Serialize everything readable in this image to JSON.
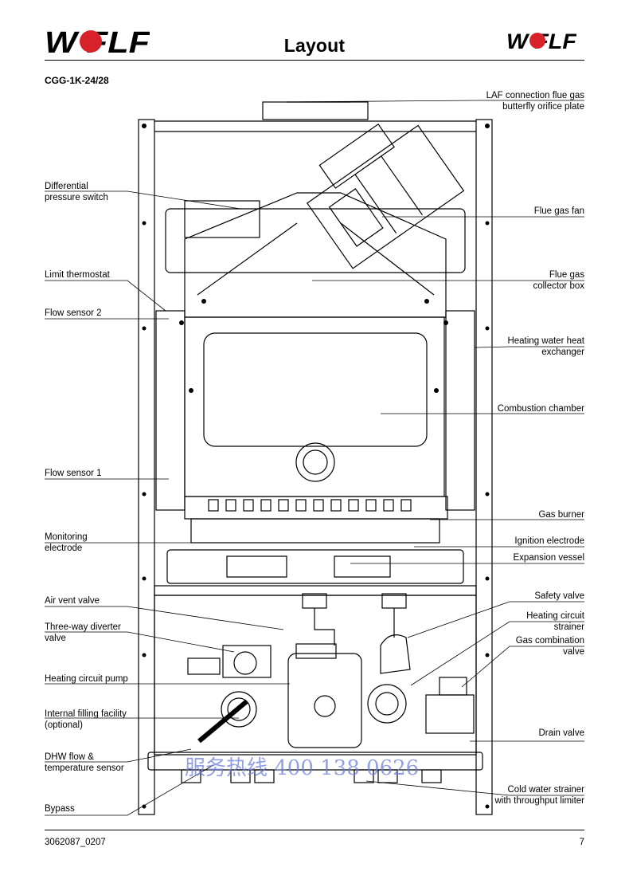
{
  "header": {
    "logo_text": "WOLF",
    "title": "Layout"
  },
  "model": "CGG-1K-24/28",
  "labels_left": [
    {
      "id": "differential-pressure-switch",
      "lines": [
        "Differential",
        "pressure switch"
      ]
    },
    {
      "id": "limit-thermostat",
      "lines": [
        "Limit thermostat"
      ]
    },
    {
      "id": "flow-sensor-2",
      "lines": [
        "Flow sensor 2"
      ]
    },
    {
      "id": "flow-sensor-1",
      "lines": [
        "Flow sensor 1"
      ]
    },
    {
      "id": "monitoring-electrode",
      "lines": [
        "Monitoring",
        "electrode"
      ]
    },
    {
      "id": "air-vent-valve",
      "lines": [
        "Air vent valve"
      ]
    },
    {
      "id": "three-way-diverter-valve",
      "lines": [
        "Three-way diverter",
        "valve"
      ]
    },
    {
      "id": "heating-circuit-pump",
      "lines": [
        "Heating circuit pump"
      ]
    },
    {
      "id": "internal-filling-facility",
      "lines": [
        "Internal filling facility",
        "(optional)"
      ]
    },
    {
      "id": "dhw-flow-temperature-sensor",
      "lines": [
        "DHW  flow &",
        "temperature sensor"
      ]
    },
    {
      "id": "bypass",
      "lines": [
        "Bypass"
      ]
    }
  ],
  "labels_right": [
    {
      "id": "laf-connection",
      "lines": [
        "LAF connection flue gas",
        "butterfly orifice plate"
      ]
    },
    {
      "id": "flue-gas-fan",
      "lines": [
        "Flue gas fan"
      ]
    },
    {
      "id": "flue-gas-collector-box",
      "lines": [
        "Flue gas",
        "collector box"
      ]
    },
    {
      "id": "heating-water-heat-exchanger",
      "lines": [
        "Heating water heat",
        "exchanger"
      ]
    },
    {
      "id": "combustion-chamber",
      "lines": [
        "Combustion chamber"
      ]
    },
    {
      "id": "gas-burner",
      "lines": [
        "Gas burner"
      ]
    },
    {
      "id": "ignition-electrode",
      "lines": [
        "Ignition electrode"
      ]
    },
    {
      "id": "expansion-vessel",
      "lines": [
        "Expansion vessel"
      ]
    },
    {
      "id": "safety-valve",
      "lines": [
        "Safety valve"
      ]
    },
    {
      "id": "heating-circuit-strainer",
      "lines": [
        "Heating  circuit",
        "strainer"
      ]
    },
    {
      "id": "gas-combination-valve",
      "lines": [
        "Gas  combination",
        "valve"
      ]
    },
    {
      "id": "drain-valve",
      "lines": [
        "Drain valve"
      ]
    },
    {
      "id": "cold-water-strainer",
      "lines": [
        "Cold water strainer",
        "with throughput limiter"
      ]
    }
  ],
  "watermark": "服务热线 400  138  0626",
  "footer": {
    "document_number": "3062087_0207",
    "page_number": "7"
  },
  "colors": {
    "brand_red": "#d8222a",
    "ink": "#000000",
    "watermark": "#6f7fd8"
  }
}
